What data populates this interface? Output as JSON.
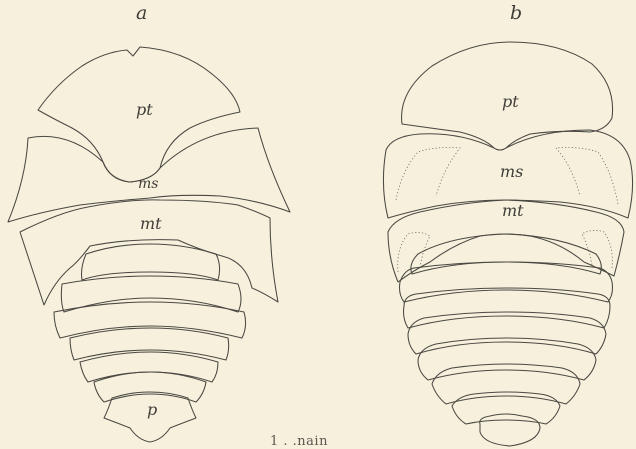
{
  "figure": {
    "panel_a": {
      "label": "a",
      "segments": {
        "pronotum": "pt",
        "mesothorax": "ms",
        "metathorax": "mt",
        "pygidium": "p"
      }
    },
    "panel_b": {
      "label": "b",
      "segments": {
        "pronotum": "pt",
        "mesothorax": "ms",
        "metathorax": "mt"
      }
    },
    "caption": "1 . .nain"
  },
  "colors": {
    "paper": "#f6f0dd",
    "ink": "#4a4842"
  }
}
